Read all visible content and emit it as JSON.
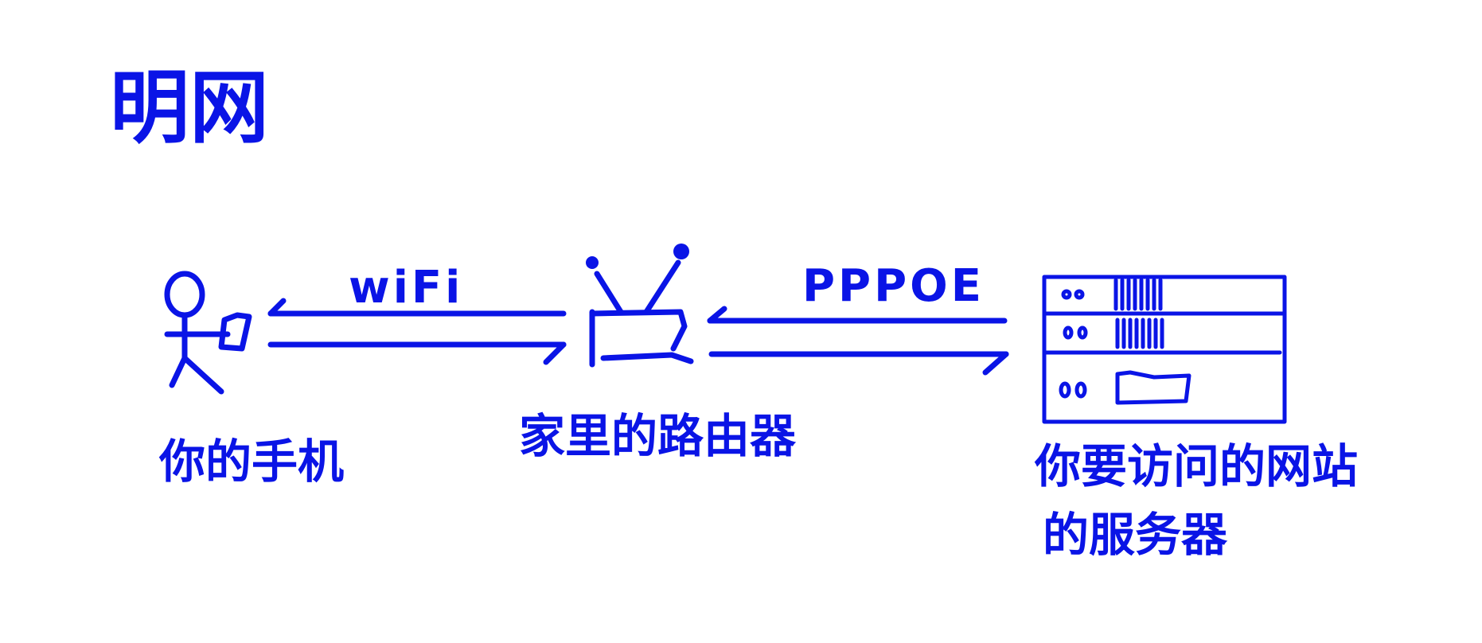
{
  "title": "明网",
  "nodes": {
    "phone": {
      "label": "你的手机",
      "icon": "person-with-phone-icon"
    },
    "router": {
      "label": "家里的路由器",
      "icon": "router-icon"
    },
    "server": {
      "label_line1": "你要访问的网站",
      "label_line2": "的服务器",
      "icon": "server-rack-icon"
    }
  },
  "links": {
    "phone_router": {
      "label": "wiFi"
    },
    "router_server": {
      "label": "PPPOE"
    }
  },
  "colors": {
    "ink": "#0a14e6",
    "background": "#ffffff"
  }
}
